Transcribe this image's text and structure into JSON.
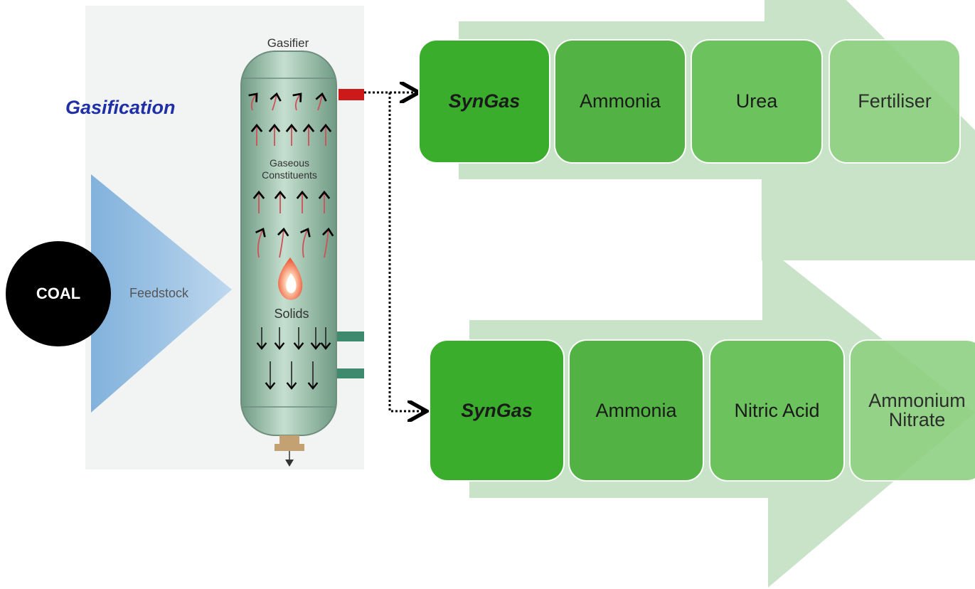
{
  "title": "Gasification",
  "feed": {
    "coal_label": "COAL",
    "feedstock_label": "Feedstock"
  },
  "gasifier": {
    "title": "Gasifier",
    "gaseous_label": "Gaseous\nConstituents",
    "solids_label": "Solids"
  },
  "chains": [
    {
      "steps": [
        "SynGas",
        "Ammonia",
        "Urea",
        "Fertiliser"
      ]
    },
    {
      "steps": [
        "SynGas",
        "Ammonia",
        "Nitric Acid",
        "Ammonium\nNitrate"
      ]
    }
  ],
  "colors": {
    "title": "#1f2fa6",
    "coal": "#000000",
    "feedstock": "#5b9bd5",
    "vessel": "#9fc4ad",
    "up_arrows": "#d0505a",
    "flame": "#e84a2a",
    "outlet": "#cc1a1a",
    "chevron": "#c9e3c9",
    "step_fills": [
      "#3aad2c",
      "#52b243",
      "#6cc25d",
      "#8fd182"
    ]
  }
}
